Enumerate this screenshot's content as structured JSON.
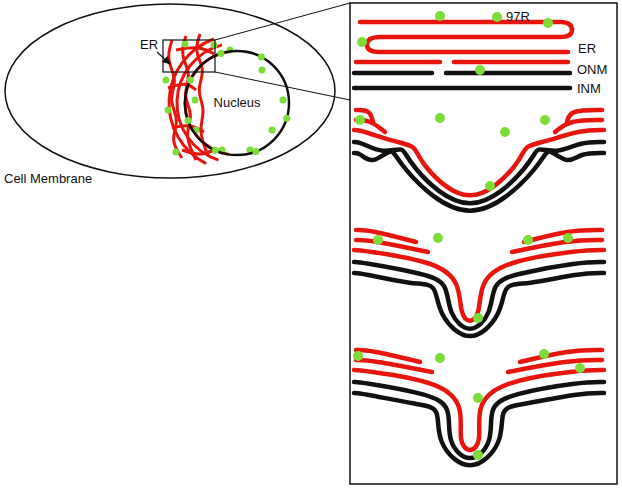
{
  "diagram": {
    "nodes": [
      {
        "text": [
          "Nucleus"
        ]
      }
    ],
    "labels": [
      "ER",
      "Cell Membrane",
      "97R",
      "ER",
      "ONM",
      "INM"
    ]
  }
}
